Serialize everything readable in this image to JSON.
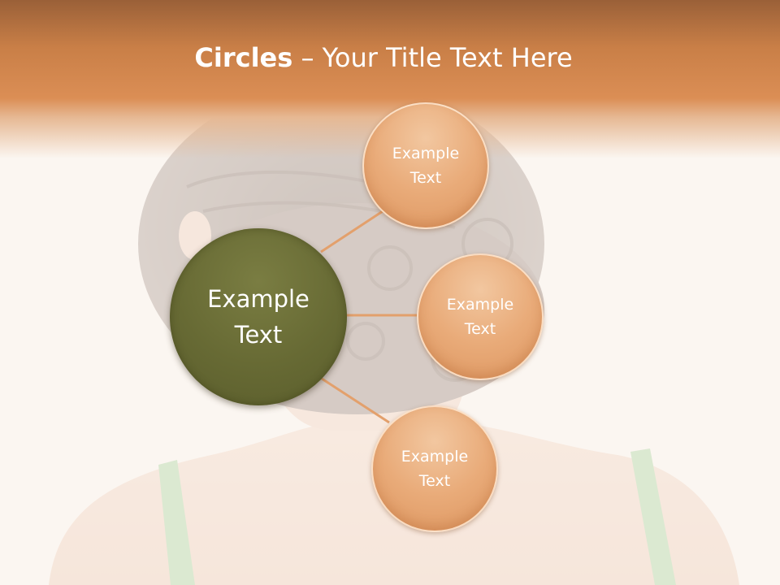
{
  "slide": {
    "title_bold": "Circles",
    "title_rest": " – Your Title Text Here"
  },
  "diagram": {
    "center": {
      "line1": "Example",
      "line2": "Text"
    },
    "nodes": [
      {
        "line1": "Example",
        "line2": "Text"
      },
      {
        "line1": "Example",
        "line2": "Text"
      },
      {
        "line1": "Example",
        "line2": "Text"
      }
    ]
  },
  "colors": {
    "header": "#db8e55",
    "center_circle": "#676a34",
    "node_circle": "#e9ab79",
    "connector": "#e3a06c",
    "background": "#fbf5f1"
  }
}
